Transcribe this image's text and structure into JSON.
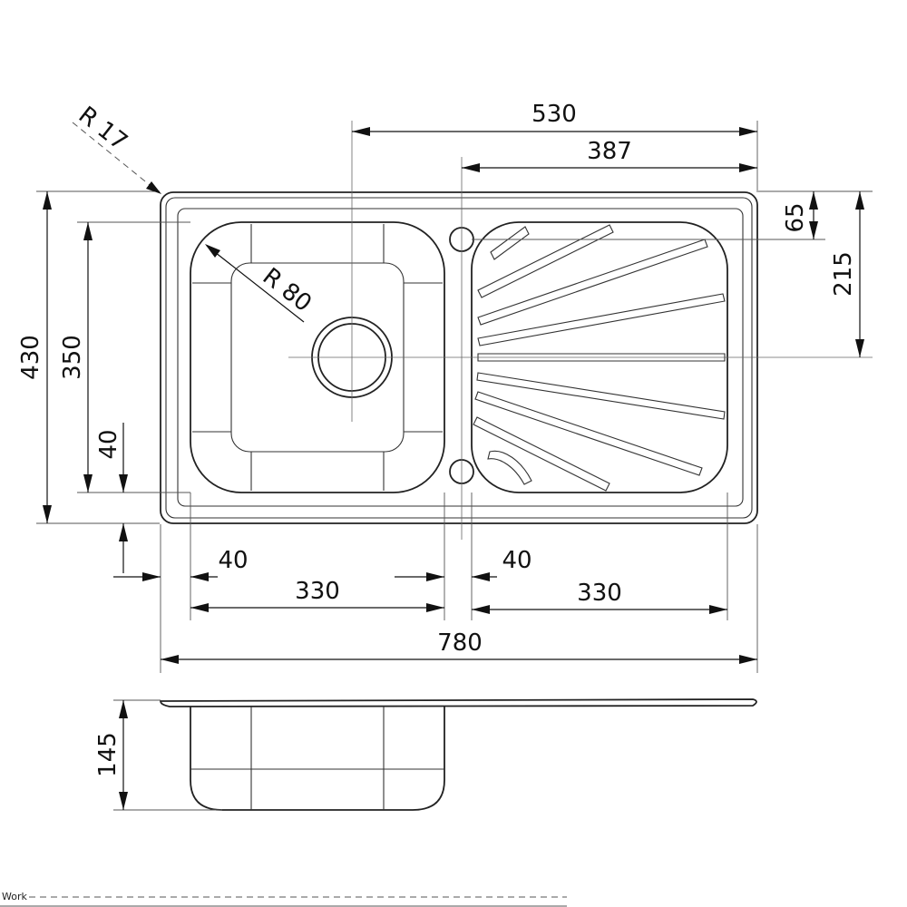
{
  "dimensions": {
    "r17": "R 17",
    "w530": "530",
    "w387": "387",
    "h65": "65",
    "h215": "215",
    "r80": "R 80",
    "h430": "430",
    "h350": "350",
    "h40": "40",
    "w40_left": "40",
    "w330_left": "330",
    "w40_right": "40",
    "w330_right": "330",
    "w780": "780",
    "d145": "145"
  },
  "footer": {
    "label": "Work"
  }
}
